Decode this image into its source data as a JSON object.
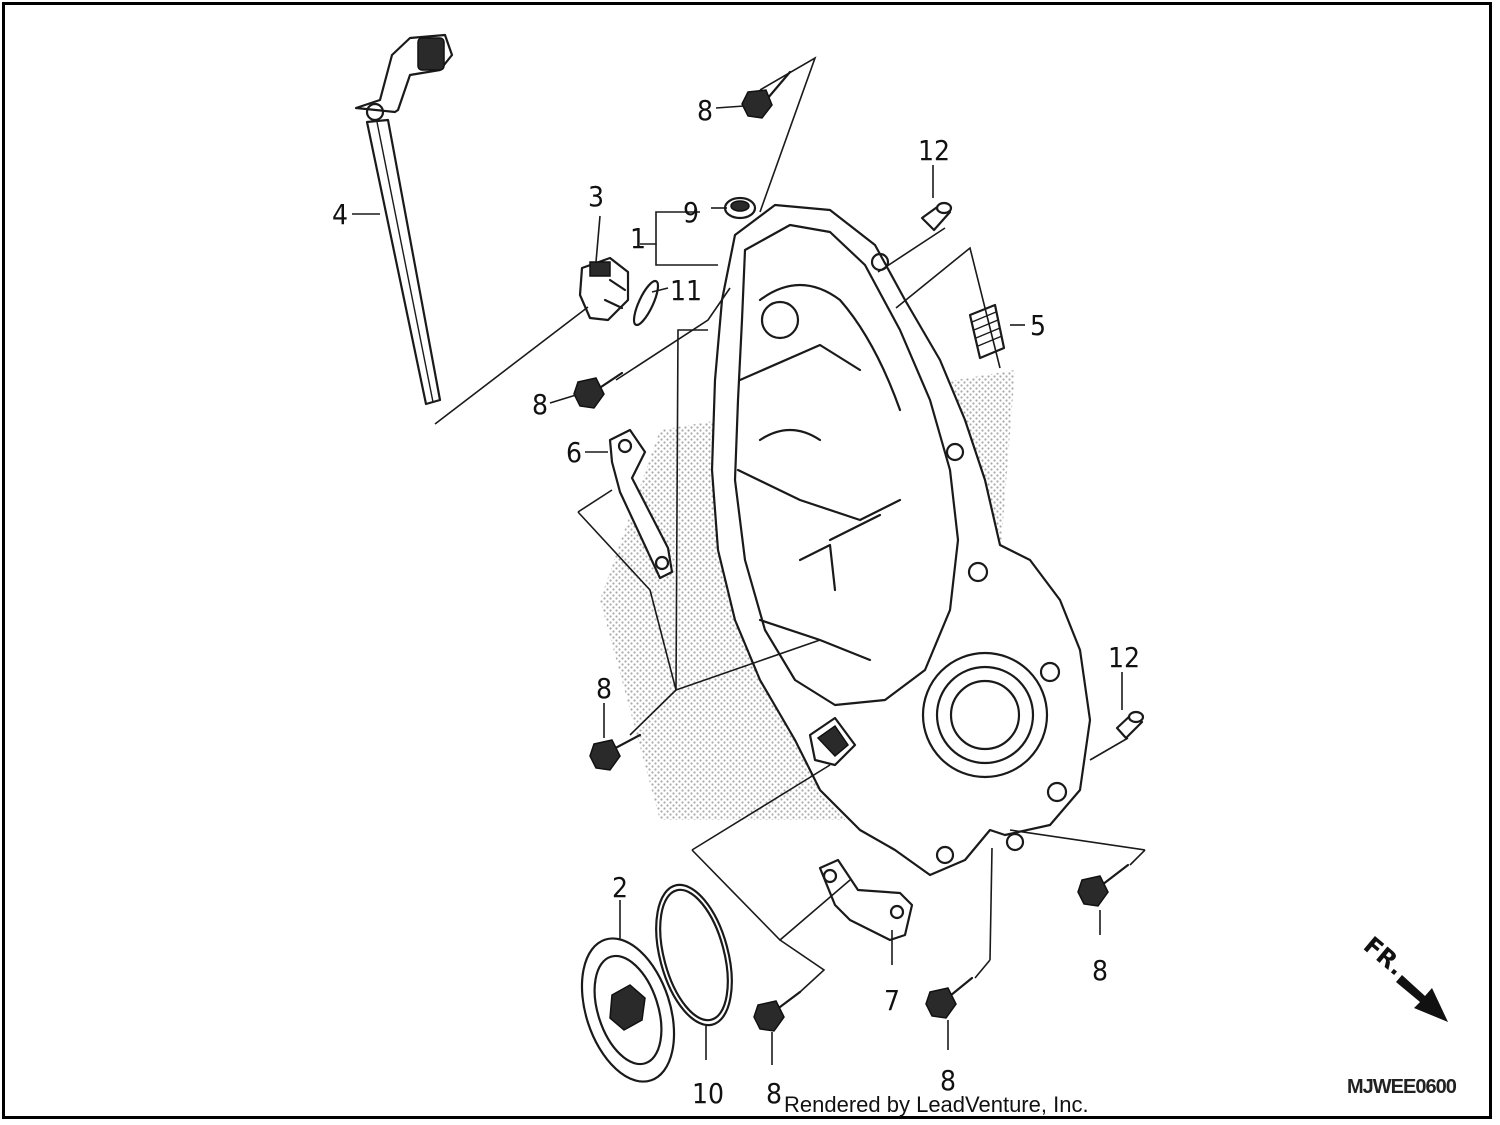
{
  "diagram": {
    "callouts": {
      "c1": "1",
      "c2": "2",
      "c3": "3",
      "c4": "4",
      "c5": "5",
      "c6": "6",
      "c7": "7",
      "c8a": "8",
      "c8b": "8",
      "c8c": "8",
      "c8d": "8",
      "c8e": "8",
      "c8f": "8",
      "c9": "9",
      "c10": "10",
      "c11": "11",
      "c12a": "12",
      "c12b": "12"
    },
    "direction_marker": "FR.",
    "reference_code": "MJWEE0600",
    "credit": "Rendered by LeadVenture, Inc.",
    "colors": {
      "line": "#1a1a1a",
      "watermark": "#b0b0b0",
      "background": "#ffffff"
    }
  }
}
